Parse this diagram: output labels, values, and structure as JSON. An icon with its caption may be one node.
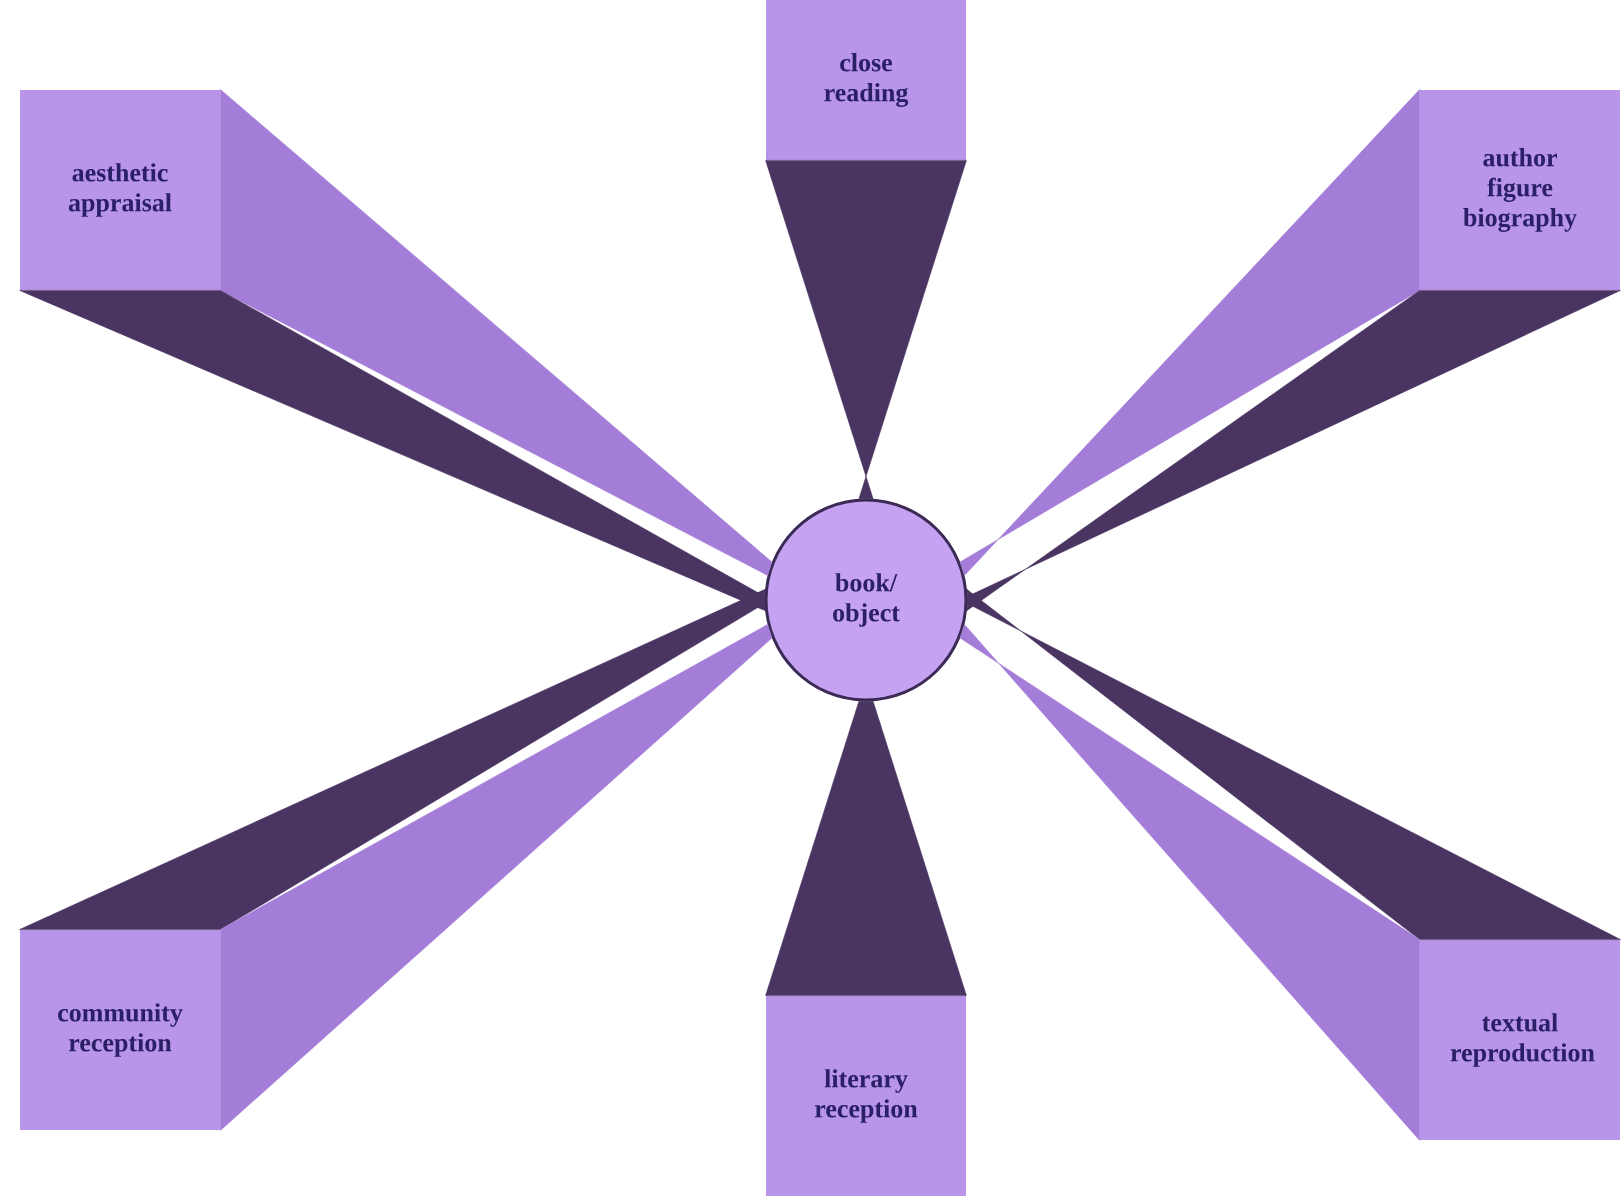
{
  "diagram": {
    "nodes": [
      {
        "text": [
          "aesthetic appraisal"
        ]
      },
      {
        "text": [
          "close reading"
        ]
      },
      {
        "text": [
          "author figure biography"
        ]
      },
      {
        "text": [
          "book/ object"
        ]
      },
      {
        "text": [
          "community reception"
        ]
      },
      {
        "text": [
          "literary reception"
        ]
      },
      {
        "text": [
          "textual reproduction"
        ]
      }
    ],
    "edges": [
      {
        "from": 0,
        "to": 3,
        "arrow": "none"
      },
      {
        "from": 1,
        "to": 3,
        "arrow": "none"
      },
      {
        "from": 2,
        "to": 3,
        "arrow": "none"
      },
      {
        "from": 4,
        "to": 3,
        "arrow": "none"
      },
      {
        "from": 5,
        "to": 3,
        "arrow": "none"
      },
      {
        "from": 6,
        "to": 3,
        "arrow": "none"
      }
    ]
  }
}
